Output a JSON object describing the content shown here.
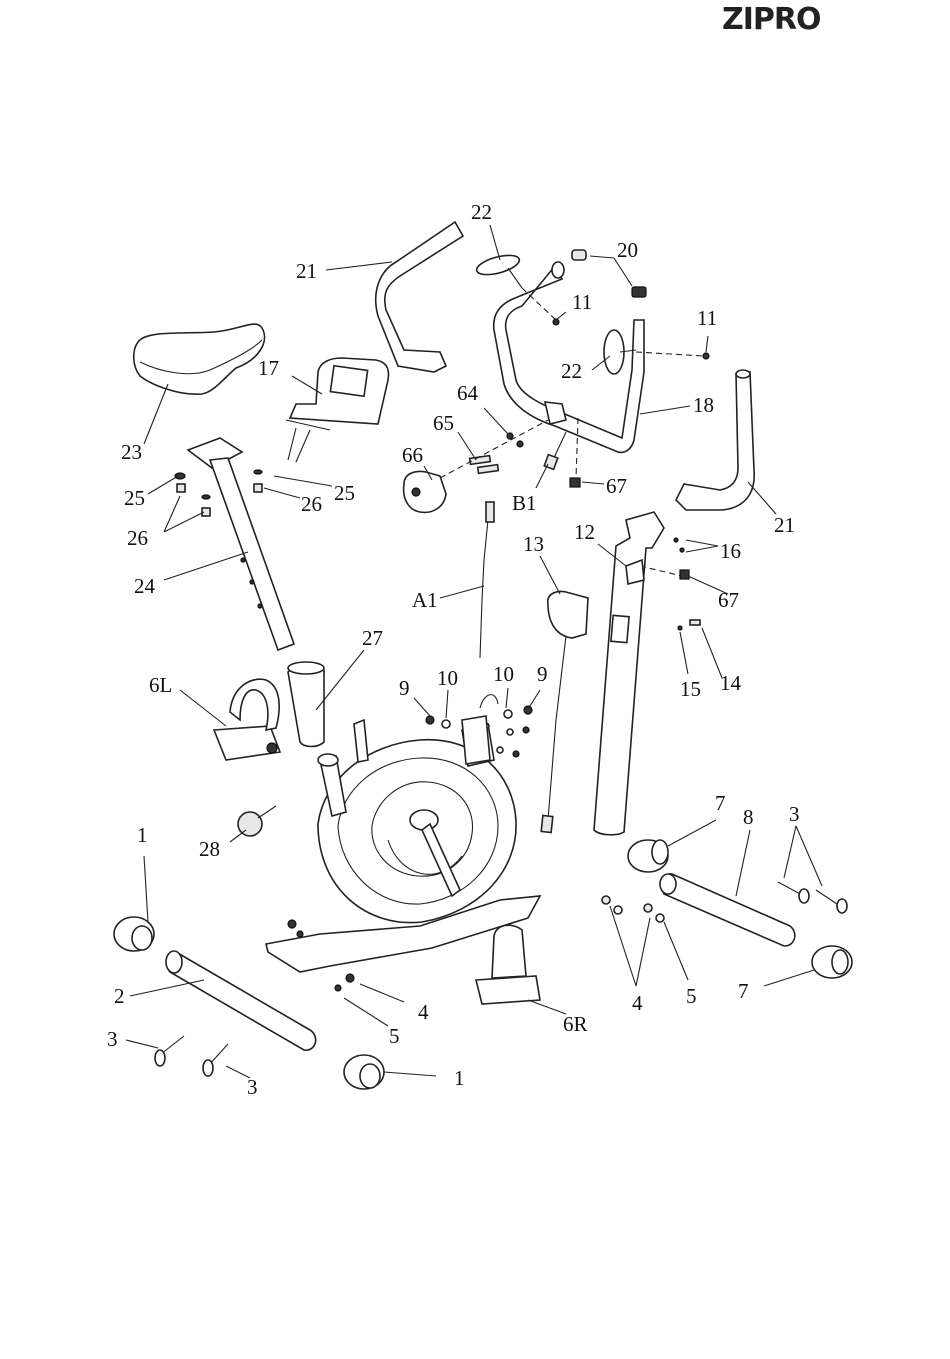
{
  "brand": {
    "name": "ZIPRO"
  },
  "labels": {
    "p1": "1",
    "p1b": "1",
    "p2": "2",
    "p3a": "3",
    "p3b": "3",
    "p3c": "3",
    "p4a": "4",
    "p4b": "4",
    "p5a": "5",
    "p5b": "5",
    "p6L": "6L",
    "p6R": "6R",
    "p7a": "7",
    "p7b": "7",
    "p8": "8",
    "p9a": "9",
    "p9b": "9",
    "p10a": "10",
    "p10b": "10",
    "p11a": "11",
    "p11b": "11",
    "p12": "12",
    "p13": "13",
    "p14": "14",
    "p15": "15",
    "p16": "16",
    "p17": "17",
    "p18": "18",
    "p20": "20",
    "p21a": "21",
    "p21b": "21",
    "p22a": "22",
    "p22b": "22",
    "p23": "23",
    "p24": "24",
    "p25a": "25",
    "p25b": "25",
    "p26a": "26",
    "p26b": "26",
    "p27": "27",
    "p28": "28",
    "p64": "64",
    "p65": "65",
    "p66": "66",
    "p67a": "67",
    "p67b": "67",
    "pA1": "A1",
    "pB1": "B1"
  }
}
